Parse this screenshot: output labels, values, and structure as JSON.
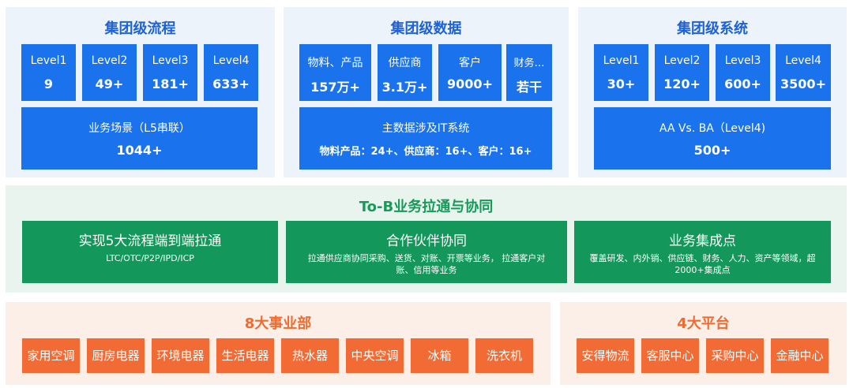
{
  "group_process": {
    "title": "集团级流程",
    "levels": [
      {
        "label": "Level1",
        "value": "9"
      },
      {
        "label": "Level2",
        "value": "49+"
      },
      {
        "label": "Level3",
        "value": "181+"
      },
      {
        "label": "Level4",
        "value": "633+"
      }
    ],
    "summary": {
      "label": "业务场景（L5串联）",
      "value": "1044+"
    }
  },
  "group_data": {
    "title": "集团级数据",
    "items": [
      {
        "label": "物料、产品",
        "value": "157万+"
      },
      {
        "label": "供应商",
        "value": "3.1万+"
      },
      {
        "label": "客户",
        "value": "9000+"
      },
      {
        "label": "财务…",
        "value": "若干"
      }
    ],
    "summary": {
      "label": "主数据涉及IT系统",
      "value": "物料产品：24+、供应商：16+、客户：16+"
    }
  },
  "group_system": {
    "title": "集团级系统",
    "levels": [
      {
        "label": "Level1",
        "value": "30+"
      },
      {
        "label": "Level2",
        "value": "120+"
      },
      {
        "label": "Level3",
        "value": "600+"
      },
      {
        "label": "Level4",
        "value": "3500+"
      }
    ],
    "summary": {
      "label": "AA Vs. BA（Level4)",
      "value": "500+"
    }
  },
  "tob": {
    "title": "To-B业务拉通与协同",
    "items": [
      {
        "title": "实现5大流程端到端拉通",
        "desc": "LTC/OTC/P2P/IPD/ICP"
      },
      {
        "title": "合作伙伴协同",
        "desc": "拉通供应商协同采购、送货、对账、开票等业务， 拉通客户对账、信用等业务"
      },
      {
        "title": "业务集成点",
        "desc": "覆盖研发、内外销、供应链、财务、人力、资产等领域，超2000+集成点"
      }
    ]
  },
  "business_units": {
    "title": "8大事业部",
    "items": [
      "家用空调",
      "厨房电器",
      "环境电器",
      "生活电器",
      "热水器",
      "中央空调",
      "冰箱",
      "洗衣机"
    ]
  },
  "platforms": {
    "title": "4大平台",
    "items": [
      "安得物流",
      "客服中心",
      "采购中心",
      "金融中心"
    ]
  },
  "colors": {
    "blue_box": "#1a73ec",
    "blue_title": "#1d62d6",
    "blue_panel": "#edf3fb",
    "green_box": "#14975a",
    "green_title": "#169a59",
    "green_panel": "#e9f4ee",
    "orange_box": "#f26b35",
    "orange_title": "#ef6b2f",
    "orange_panel": "#fbefe8"
  }
}
